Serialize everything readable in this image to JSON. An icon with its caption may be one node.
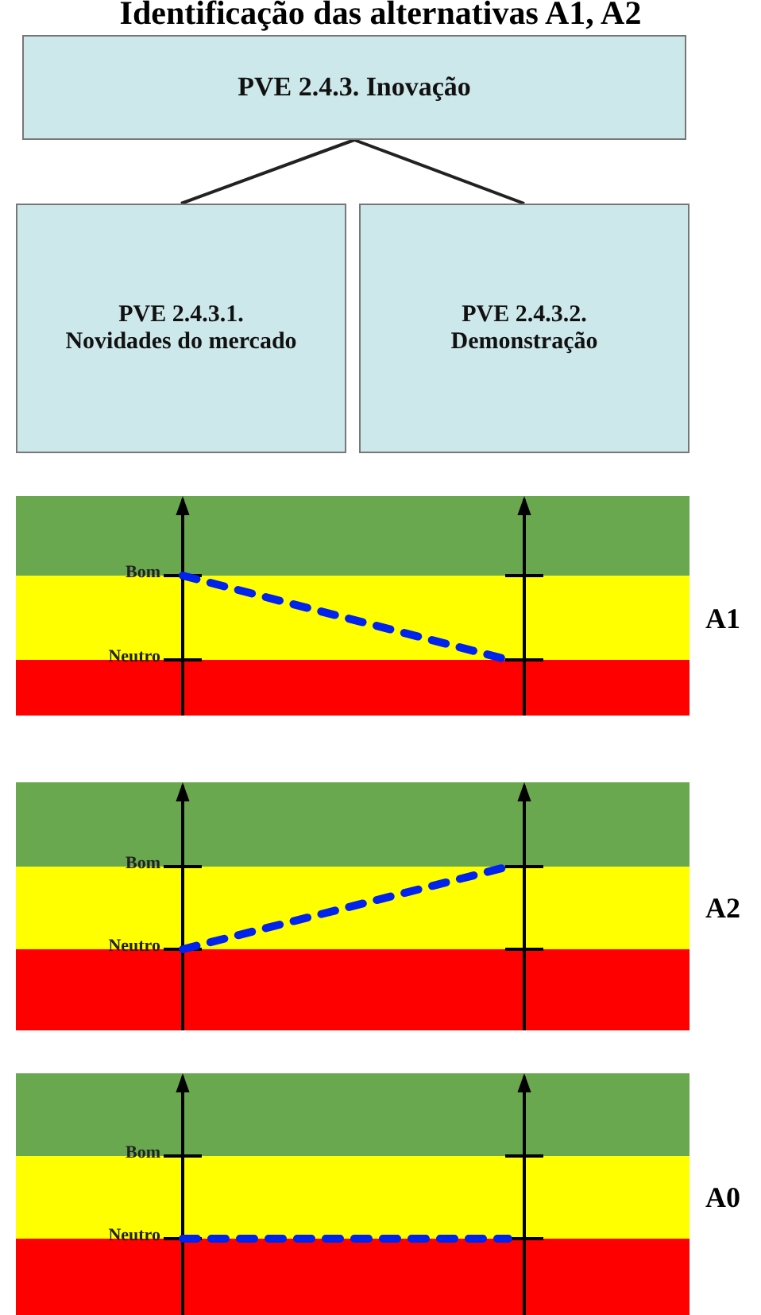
{
  "diagram": {
    "title": "Identificação das alternativas A1, A2",
    "nodes": [
      {
        "text": [
          "PVE 2.4.3. Inovação"
        ]
      },
      {
        "text": [
          "PVE 2.4.3.1. Novidades do mercado"
        ]
      },
      {
        "text": [
          "PVE 2.4.3.2. Demonstração"
        ]
      }
    ],
    "edges": [
      {
        "from": 0,
        "to": 1,
        "arrow": "none"
      },
      {
        "from": 0,
        "to": 2,
        "arrow": "none"
      }
    ],
    "labels": [
      "Bom",
      "Neutro",
      "A1",
      "Bom",
      "Neutro",
      "A2",
      "Bom",
      "Neutro",
      "A0"
    ]
  }
}
